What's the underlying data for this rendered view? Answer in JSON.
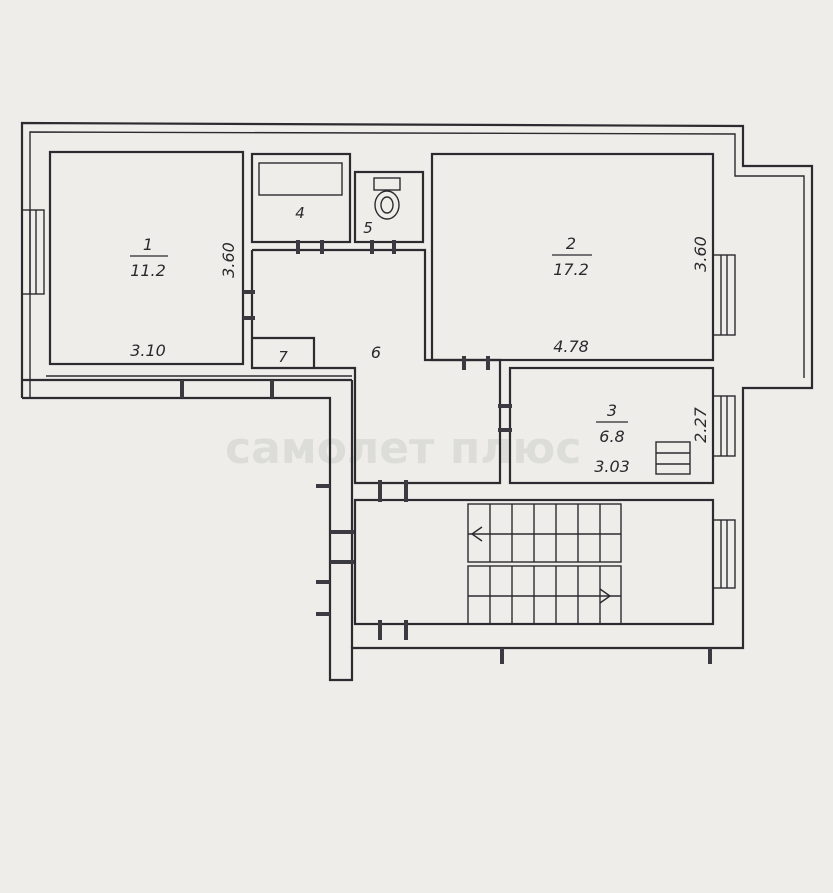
{
  "watermark": "самолет плюс",
  "rooms": [
    {
      "id": "1",
      "number": "1",
      "area": "11.2"
    },
    {
      "id": "2",
      "number": "2",
      "area": "17.2"
    },
    {
      "id": "3",
      "number": "3",
      "area": "6.8"
    },
    {
      "id": "4",
      "number": "4"
    },
    {
      "id": "5",
      "number": "5"
    },
    {
      "id": "6",
      "number": "6"
    },
    {
      "id": "7",
      "number": "7"
    }
  ],
  "dimensions": {
    "room1_height": "3.60",
    "room1_width": "3.10",
    "room2_height": "3.60",
    "room2_width": "4.78",
    "room3_height": "2.27",
    "room3_width": "3.03"
  }
}
